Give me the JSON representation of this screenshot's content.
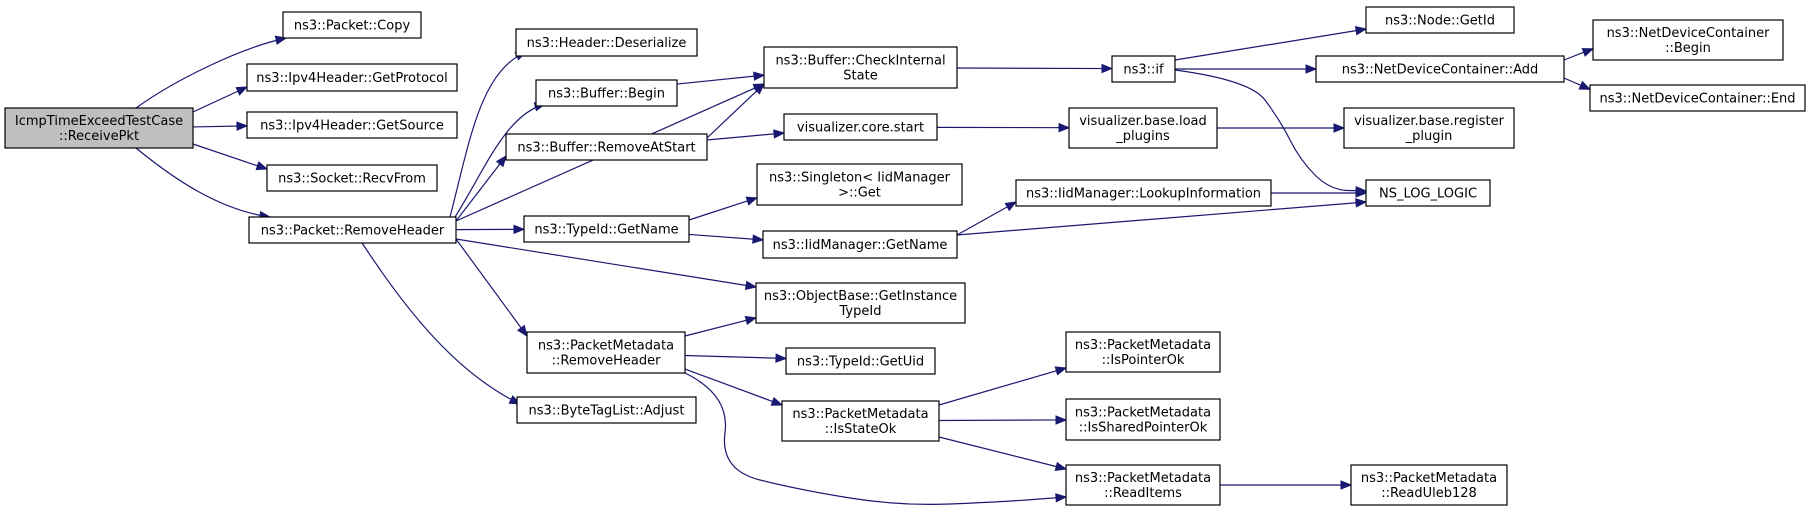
{
  "colors": {
    "edge": "#191970",
    "root_fill": "#bfbfbf",
    "node_fill": "#ffffff",
    "node_border": "#000000"
  },
  "nodes": {
    "root": [
      "IcmpTimeExceedTestCase",
      "::ReceivePkt"
    ],
    "packet_copy": [
      "ns3::Packet::Copy"
    ],
    "ipv4_getprotocol": [
      "ns3::Ipv4Header::GetProtocol"
    ],
    "ipv4_getsource": [
      "ns3::Ipv4Header::GetSource"
    ],
    "socket_recvfrom": [
      "ns3::Socket::RecvFrom"
    ],
    "packet_removeheader": [
      "ns3::Packet::RemoveHeader"
    ],
    "header_deserialize": [
      "ns3::Header::Deserialize"
    ],
    "buffer_begin": [
      "ns3::Buffer::Begin"
    ],
    "buffer_removeatstart": [
      "ns3::Buffer::RemoveAtStart"
    ],
    "typeid_getname": [
      "ns3::TypeId::GetName"
    ],
    "pm_removeheader": [
      "ns3::PacketMetadata",
      "::RemoveHeader"
    ],
    "bytetaglist_adjust": [
      "ns3::ByteTagList::Adjust"
    ],
    "buffer_checkinternal": [
      "ns3::Buffer::CheckInternal",
      "State"
    ],
    "vis_core_start": [
      "visualizer.core.start"
    ],
    "singleton_get": [
      "ns3::Singleton< IidManager",
      ">::Get"
    ],
    "iid_getname": [
      "ns3::IidManager::GetName"
    ],
    "objectbase_getinstance": [
      "ns3::ObjectBase::GetInstance",
      "TypeId"
    ],
    "typeid_getuid": [
      "ns3::TypeId::GetUid"
    ],
    "pm_isstateok": [
      "ns3::PacketMetadata",
      "::IsStateOk"
    ],
    "ns3_if": [
      "ns3::if"
    ],
    "vis_base_load": [
      "visualizer.base.load",
      "_plugins"
    ],
    "iid_lookup": [
      "ns3::IidManager::LookupInformation"
    ],
    "pm_ispointerok": [
      "ns3::PacketMetadata",
      "::IsPointerOk"
    ],
    "pm_issharedpointerok": [
      "ns3::PacketMetadata",
      "::IsSharedPointerOk"
    ],
    "pm_readitems": [
      "ns3::PacketMetadata",
      "::ReadItems"
    ],
    "node_getid": [
      "ns3::Node::GetId"
    ],
    "ndc_add": [
      "ns3::NetDeviceContainer::Add"
    ],
    "vis_base_register": [
      "visualizer.base.register",
      "_plugin"
    ],
    "ns_log_logic": [
      "NS_LOG_LOGIC"
    ],
    "ndc_begin": [
      "ns3::NetDeviceContainer",
      "::Begin"
    ],
    "ndc_end": [
      "ns3::NetDeviceContainer::End"
    ],
    "pm_readuleb128": [
      "ns3::PacketMetadata",
      "::ReadUleb128"
    ]
  },
  "edges": [
    [
      "root",
      "packet_copy"
    ],
    [
      "root",
      "ipv4_getprotocol"
    ],
    [
      "root",
      "ipv4_getsource"
    ],
    [
      "root",
      "socket_recvfrom"
    ],
    [
      "root",
      "packet_removeheader"
    ],
    [
      "packet_removeheader",
      "header_deserialize"
    ],
    [
      "packet_removeheader",
      "buffer_begin"
    ],
    [
      "packet_removeheader",
      "buffer_removeatstart"
    ],
    [
      "packet_removeheader",
      "typeid_getname"
    ],
    [
      "packet_removeheader",
      "objectbase_getinstance"
    ],
    [
      "packet_removeheader",
      "pm_removeheader"
    ],
    [
      "packet_removeheader",
      "bytetaglist_adjust"
    ],
    [
      "packet_removeheader",
      "buffer_checkinternal"
    ],
    [
      "buffer_begin",
      "buffer_checkinternal"
    ],
    [
      "buffer_removeatstart",
      "buffer_checkinternal"
    ],
    [
      "buffer_removeatstart",
      "vis_core_start"
    ],
    [
      "typeid_getname",
      "singleton_get"
    ],
    [
      "typeid_getname",
      "iid_getname"
    ],
    [
      "pm_removeheader",
      "objectbase_getinstance"
    ],
    [
      "pm_removeheader",
      "typeid_getuid"
    ],
    [
      "pm_removeheader",
      "pm_isstateok"
    ],
    [
      "pm_removeheader",
      "pm_readitems"
    ],
    [
      "buffer_checkinternal",
      "ns3_if"
    ],
    [
      "vis_core_start",
      "vis_base_load"
    ],
    [
      "iid_getname",
      "iid_lookup"
    ],
    [
      "iid_getname",
      "ns_log_logic"
    ],
    [
      "iid_lookup",
      "ns_log_logic"
    ],
    [
      "ns3_if",
      "node_getid"
    ],
    [
      "ns3_if",
      "ndc_add"
    ],
    [
      "ns3_if",
      "ns_log_logic"
    ],
    [
      "ndc_add",
      "ndc_begin"
    ],
    [
      "ndc_add",
      "ndc_end"
    ],
    [
      "vis_base_load",
      "vis_base_register"
    ],
    [
      "pm_isstateok",
      "pm_ispointerok"
    ],
    [
      "pm_isstateok",
      "pm_issharedpointerok"
    ],
    [
      "pm_isstateok",
      "pm_readitems"
    ],
    [
      "pm_readitems",
      "pm_readuleb128"
    ]
  ]
}
